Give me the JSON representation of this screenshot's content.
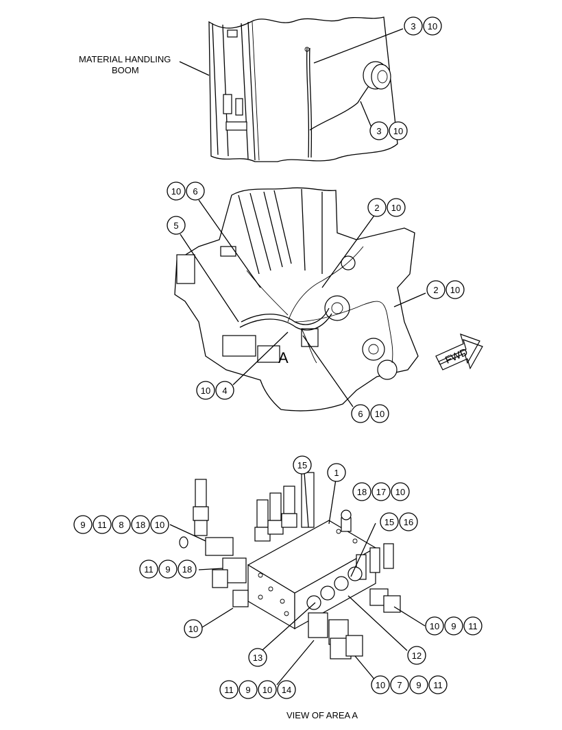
{
  "labels": {
    "boom_line1": "MATERIAL HANDLING",
    "boom_line2": "BOOM",
    "area_letter": "A",
    "fwd": "FWD",
    "view_caption": "VIEW OF AREA A"
  },
  "callouts": [
    {
      "id": "c-top-1",
      "items": [
        "3",
        "10"
      ]
    },
    {
      "id": "c-top-2",
      "items": [
        "3",
        "10"
      ]
    },
    {
      "id": "c-mid-1",
      "items": [
        "10",
        "6"
      ]
    },
    {
      "id": "c-mid-2",
      "items": [
        "2",
        "10"
      ]
    },
    {
      "id": "c-mid-3",
      "items": [
        "5"
      ]
    },
    {
      "id": "c-mid-4",
      "items": [
        "2",
        "10"
      ]
    },
    {
      "id": "c-mid-5",
      "items": [
        "10",
        "4"
      ]
    },
    {
      "id": "c-mid-6",
      "items": [
        "6",
        "10"
      ]
    },
    {
      "id": "c-bot-1",
      "items": [
        "15"
      ]
    },
    {
      "id": "c-bot-2",
      "items": [
        "1"
      ]
    },
    {
      "id": "c-bot-3",
      "items": [
        "18",
        "17",
        "10"
      ]
    },
    {
      "id": "c-bot-4",
      "items": [
        "9",
        "11",
        "8",
        "18",
        "10"
      ]
    },
    {
      "id": "c-bot-5",
      "items": [
        "15",
        "16"
      ]
    },
    {
      "id": "c-bot-6",
      "items": [
        "11",
        "9",
        "18"
      ]
    },
    {
      "id": "c-bot-7",
      "items": [
        "10"
      ]
    },
    {
      "id": "c-bot-8",
      "items": [
        "10",
        "9",
        "11"
      ]
    },
    {
      "id": "c-bot-9",
      "items": [
        "13"
      ]
    },
    {
      "id": "c-bot-10",
      "items": [
        "12"
      ]
    },
    {
      "id": "c-bot-11",
      "items": [
        "11",
        "9",
        "10",
        "14"
      ]
    },
    {
      "id": "c-bot-12",
      "items": [
        "10",
        "7",
        "9",
        "11"
      ]
    }
  ]
}
